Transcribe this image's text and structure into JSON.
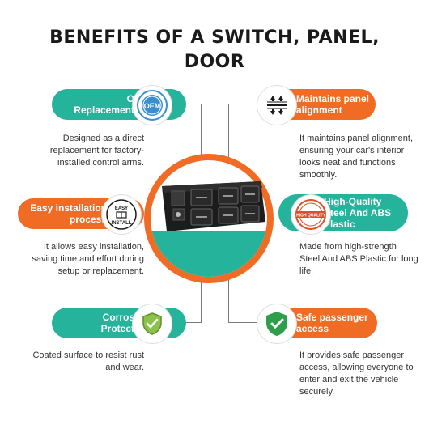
{
  "title": {
    "line1": "BENEFITS OF A SWITCH, PANEL,",
    "line2": "DOOR"
  },
  "features": [
    {
      "label_line1": "OEM",
      "label_line2": "Replacement Fit",
      "icon": "oem-seal-icon",
      "badge_text": "OEM",
      "description": [
        "Designed as a direct",
        "replacement for factory-",
        "installed control arms."
      ]
    },
    {
      "label_line1": "Maintains panel",
      "label_line2": "alignment",
      "icon": "alignment-arrows-icon",
      "description": [
        "It maintains panel alignment,",
        "ensuring your car's interior",
        "looks neat and functions",
        "smoothly."
      ]
    },
    {
      "label_line1": "Easy installation",
      "label_line2": "process",
      "icon": "easy-install-icon",
      "badge_top": "EASY",
      "badge_bottom": "INSTALL",
      "description": [
        "It allows easy installation,",
        "saving time and effort during",
        "setup or replacement."
      ]
    },
    {
      "label_line1": "High-Quality",
      "label_line2": "Steel And ABS",
      "label_line3": "Plastic",
      "icon": "high-quality-stamp-icon",
      "badge_text": "HIGH QUALITY",
      "description": [
        "Made from high-strength",
        "Steel And ABS Plastic for long",
        "life."
      ]
    },
    {
      "label_line1": "Corrosion",
      "label_line2": "Protection",
      "icon": "shield-check-icon",
      "description": [
        "Coated surface to resist rust",
        "and wear."
      ]
    },
    {
      "label_line1": "Safe passenger",
      "label_line2": "access",
      "icon": "safe-check-shield-icon",
      "description": [
        "It provides safe passenger",
        "access, allowing everyone to",
        "enter and exit the vehicle",
        "securely."
      ]
    }
  ],
  "colors": {
    "teal": "#25b39b",
    "orange": "#f06b24",
    "dark": "#1a1a1a",
    "switch_body": "#1c1c1c"
  }
}
